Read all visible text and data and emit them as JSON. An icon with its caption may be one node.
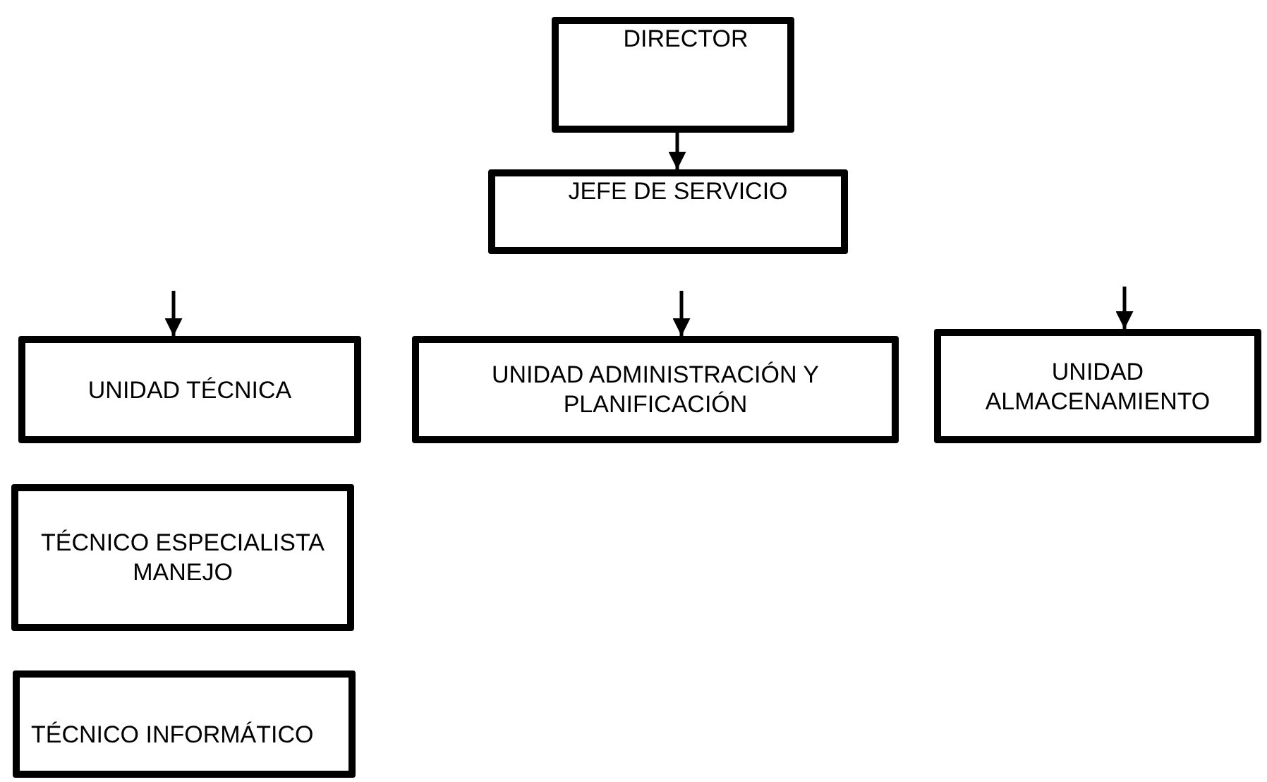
{
  "diagram": {
    "nodes": [
      {
        "text": [
          "DIRECTOR"
        ]
      },
      {
        "text": [
          "JEFE DE SERVICIO"
        ]
      },
      {
        "text": [
          "UNIDAD TÉCNICA"
        ]
      },
      {
        "text": [
          "UNIDAD ADMINISTRACIÓN Y PLANIFICACIÓN"
        ]
      },
      {
        "text": [
          "UNIDAD ALMACENAMIENTO"
        ]
      },
      {
        "text": [
          "TÉCNICO ESPECIALISTA MANEJO"
        ]
      },
      {
        "text": [
          "TÉCNICO INFORMÁTICO"
        ]
      }
    ],
    "edges": [
      {
        "from": 0,
        "to": 1,
        "arrow": "to"
      },
      {
        "from": null,
        "to": 2,
        "arrow": "to"
      },
      {
        "from": null,
        "to": 3,
        "arrow": "to"
      },
      {
        "from": null,
        "to": 4,
        "arrow": "to"
      }
    ]
  }
}
